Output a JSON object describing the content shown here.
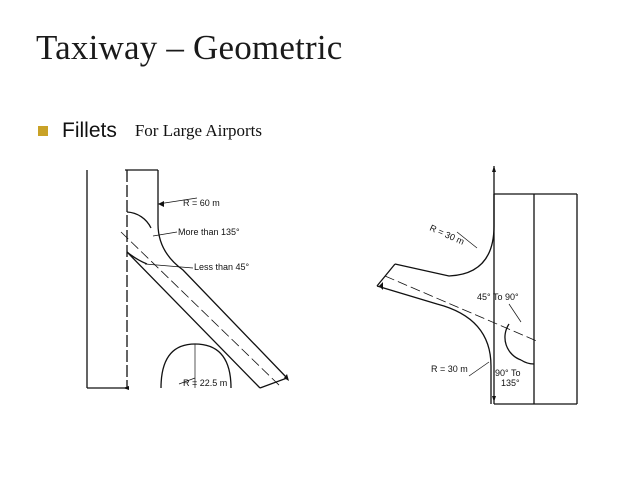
{
  "slide": {
    "title": "Taxiway – Geometric",
    "bullet": "Fillets",
    "subtitle": "For Large Airports"
  },
  "figure_left": {
    "labels": {
      "r60": "R = 60 m",
      "more135": "More than 135°",
      "less45": "Less than 45°",
      "r225": "R = 22.5 m"
    }
  },
  "figure_right": {
    "labels": {
      "r30top": "R = 30 m",
      "deg45_90": "45° To 90°",
      "r30bottom": "R = 30 m",
      "deg90": "90° To",
      "deg135": "135°"
    }
  }
}
